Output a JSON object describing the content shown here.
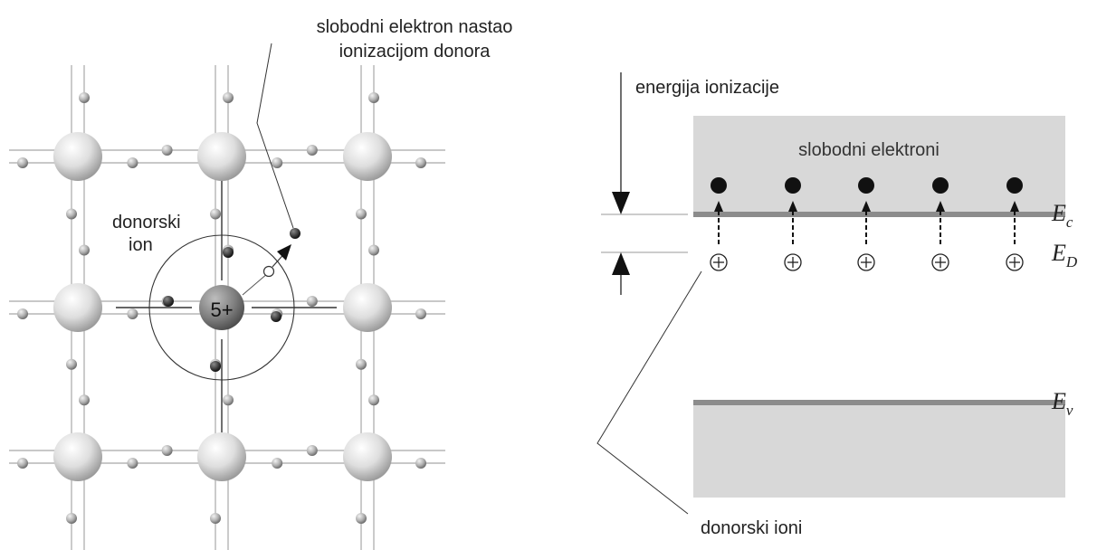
{
  "lattice": {
    "ion_label": "5+",
    "free_electron_label": {
      "line1": "slobodni elektron nastao",
      "line2": "ionizacijom donora"
    },
    "donor_ion_label": {
      "line1": "donorski",
      "line2": "ion"
    }
  },
  "band_diagram": {
    "ionization_label": "energija ionizacije",
    "free_electrons_label": "slobodni elektroni",
    "donor_ions_label": "donorski ioni",
    "level_labels": {
      "Ec": {
        "base": "E",
        "sub": "c"
      },
      "ED": {
        "base": "E",
        "sub": "D"
      },
      "Ev": {
        "base": "E",
        "sub": "v"
      }
    },
    "electron_count": 5,
    "donor_count": 5,
    "colors": {
      "band_fill": "#d8d8d8",
      "band_edge": "#8c8c8c",
      "electron": "#111111"
    }
  }
}
